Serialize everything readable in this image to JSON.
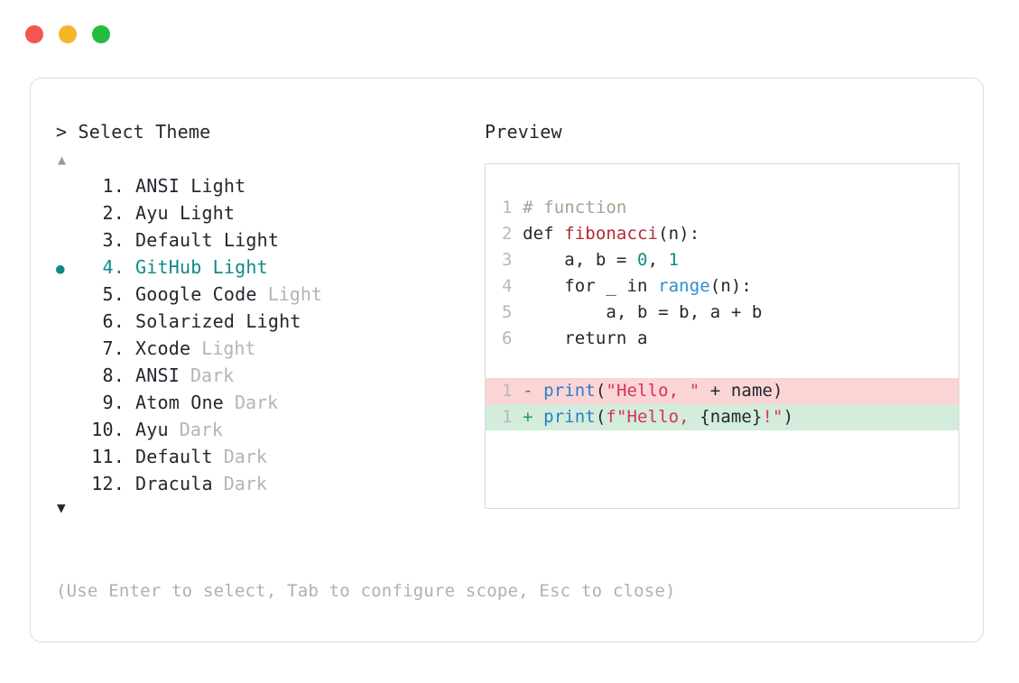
{
  "window": {
    "traffic_lights": [
      {
        "name": "close",
        "color": "#f1564f"
      },
      {
        "name": "minimize",
        "color": "#f6b429"
      },
      {
        "name": "maximize",
        "color": "#23bc3f"
      }
    ]
  },
  "prompt": {
    "text": "> Select Theme",
    "scroll_up_glyph": "▲",
    "scroll_down_glyph": "▼"
  },
  "selection": {
    "bullet_glyph": "●",
    "selected_index": 4,
    "accent_color": "#0f8a8a"
  },
  "themes": [
    {
      "num": "1.",
      "name": "ANSI Light",
      "variant": "",
      "selected": false
    },
    {
      "num": "2.",
      "name": "Ayu Light",
      "variant": "",
      "selected": false
    },
    {
      "num": "3.",
      "name": "Default Light",
      "variant": "",
      "selected": false
    },
    {
      "num": "4.",
      "name": "GitHub Light",
      "variant": "",
      "selected": true
    },
    {
      "num": "5.",
      "name": "Google Code",
      "variant": "Light",
      "selected": false
    },
    {
      "num": "6.",
      "name": "Solarized Light",
      "variant": "",
      "selected": false
    },
    {
      "num": "7.",
      "name": "Xcode",
      "variant": "Light",
      "selected": false
    },
    {
      "num": "8.",
      "name": "ANSI",
      "variant": "Dark",
      "selected": false
    },
    {
      "num": "9.",
      "name": "Atom One",
      "variant": "Dark",
      "selected": false
    },
    {
      "num": "10.",
      "name": "Ayu",
      "variant": "Dark",
      "selected": false
    },
    {
      "num": "11.",
      "name": "Default",
      "variant": "Dark",
      "selected": false
    },
    {
      "num": "12.",
      "name": "Dracula",
      "variant": "Dark",
      "selected": false
    }
  ],
  "preview": {
    "label": "Preview",
    "code_lines": [
      {
        "ln": "1",
        "tokens": [
          {
            "t": "# function",
            "c": "comment"
          }
        ]
      },
      {
        "ln": "2",
        "tokens": [
          {
            "t": "def ",
            "c": "plain"
          },
          {
            "t": "fibonacci",
            "c": "func"
          },
          {
            "t": "(n):",
            "c": "plain"
          }
        ]
      },
      {
        "ln": "3",
        "tokens": [
          {
            "t": "    a, b = ",
            "c": "plain"
          },
          {
            "t": "0",
            "c": "num"
          },
          {
            "t": ", ",
            "c": "plain"
          },
          {
            "t": "1",
            "c": "num"
          }
        ]
      },
      {
        "ln": "4",
        "tokens": [
          {
            "t": "    for _ in ",
            "c": "plain"
          },
          {
            "t": "range",
            "c": "builtin"
          },
          {
            "t": "(n):",
            "c": "plain"
          }
        ]
      },
      {
        "ln": "5",
        "tokens": [
          {
            "t": "        a, b = b, a + b",
            "c": "plain"
          }
        ]
      },
      {
        "ln": "6",
        "tokens": [
          {
            "t": "    return a",
            "c": "plain"
          }
        ]
      }
    ],
    "diff_lines": [
      {
        "ln": "1",
        "kind": "del",
        "marker": "-",
        "tokens": [
          {
            "t": "print",
            "c": "call"
          },
          {
            "t": "(",
            "c": "plain"
          },
          {
            "t": "\"Hello, \"",
            "c": "str"
          },
          {
            "t": " + name)",
            "c": "plain"
          }
        ]
      },
      {
        "ln": "1",
        "kind": "add",
        "marker": "+",
        "tokens": [
          {
            "t": "print",
            "c": "call"
          },
          {
            "t": "(",
            "c": "plain"
          },
          {
            "t": "f\"Hello, ",
            "c": "str"
          },
          {
            "t": "{name}",
            "c": "plain"
          },
          {
            "t": "!\"",
            "c": "str"
          },
          {
            "t": ")",
            "c": "plain"
          }
        ]
      }
    ]
  },
  "hint": {
    "text": "(Use Enter to select, Tab to configure scope, Esc to close)"
  }
}
